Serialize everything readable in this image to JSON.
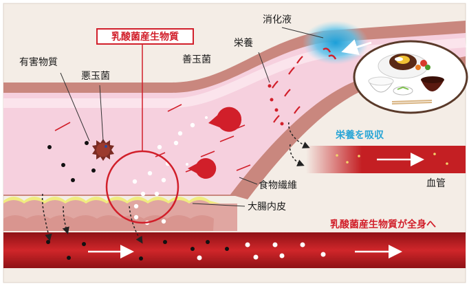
{
  "title": "乳酸菌産生物質",
  "labels": {
    "harmful_substance": "有害物質",
    "bad_bacteria": "悪玉菌",
    "good_bacteria": "善玉菌",
    "digestive_juice": "消化液",
    "nutrients": "栄養",
    "absorb_nutrients": "栄養を吸収",
    "blood_vessel": "血管",
    "dietary_fiber": "食物繊維",
    "intestinal_lining": "大腸内皮",
    "spread_body": "乳酸菌産生物質が全身へ"
  },
  "colors": {
    "intestine_pink": "#f6d0de",
    "intestine_wall": "#c9877e",
    "blood_red": "#c41f23",
    "accent_red": "#d11f2a",
    "absorb_blue": "#2aa6d6",
    "frame": "#f4ede6"
  }
}
